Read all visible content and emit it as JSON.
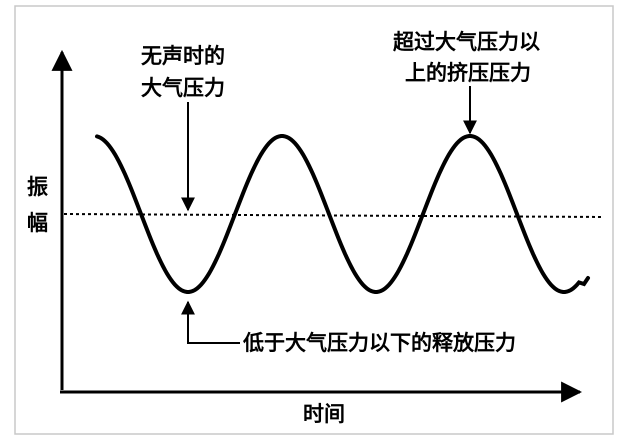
{
  "diagram": {
    "axes": {
      "y_label_line1": "振",
      "y_label_line2": "幅",
      "x_label": "时间"
    },
    "annotations": {
      "silent_line1": "无声时的",
      "silent_line2": "大气压力",
      "compression_line1": "超过大气压力以",
      "compression_line2": "上的挤压压力",
      "rarefaction": "低于大气压力以下的释放压力"
    },
    "colors": {
      "ink": "#000000",
      "frame": "#c8c8c8",
      "background": "#ffffff"
    }
  }
}
